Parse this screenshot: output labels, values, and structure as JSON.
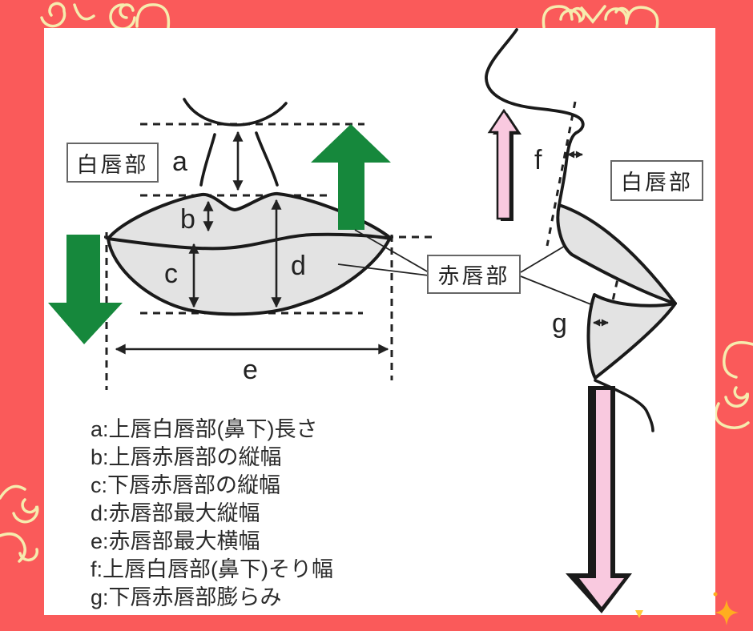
{
  "colors": {
    "background": "#FA5A5A",
    "cloud_outline": "#F6ECAE",
    "sparkle": "#FFAD1F",
    "panel": "#FFFFFF",
    "lip_fill": "#E3E3E3",
    "line": "#1A1A1A",
    "green_arrow": "#16883C",
    "pink_arrow": "#F9C9DF"
  },
  "front_view": {
    "white_lip_box_label": "白唇部",
    "measures": {
      "a": "a",
      "b": "b",
      "c": "c",
      "d": "d",
      "e": "e"
    }
  },
  "profile_view": {
    "white_lip_box_label": "白唇部",
    "measures": {
      "f": "f",
      "g": "g"
    }
  },
  "red_lip_box_label": "赤唇部",
  "legend": {
    "items": [
      "a:上唇白唇部(鼻下)長さ",
      "b:上唇赤唇部の縦幅",
      "c:下唇赤唇部の縦幅",
      "d:赤唇部最大縦幅",
      "e:赤唇部最大横幅",
      "f:上唇白唇部(鼻下)そり幅",
      "g:下唇赤唇部膨らみ"
    ]
  }
}
